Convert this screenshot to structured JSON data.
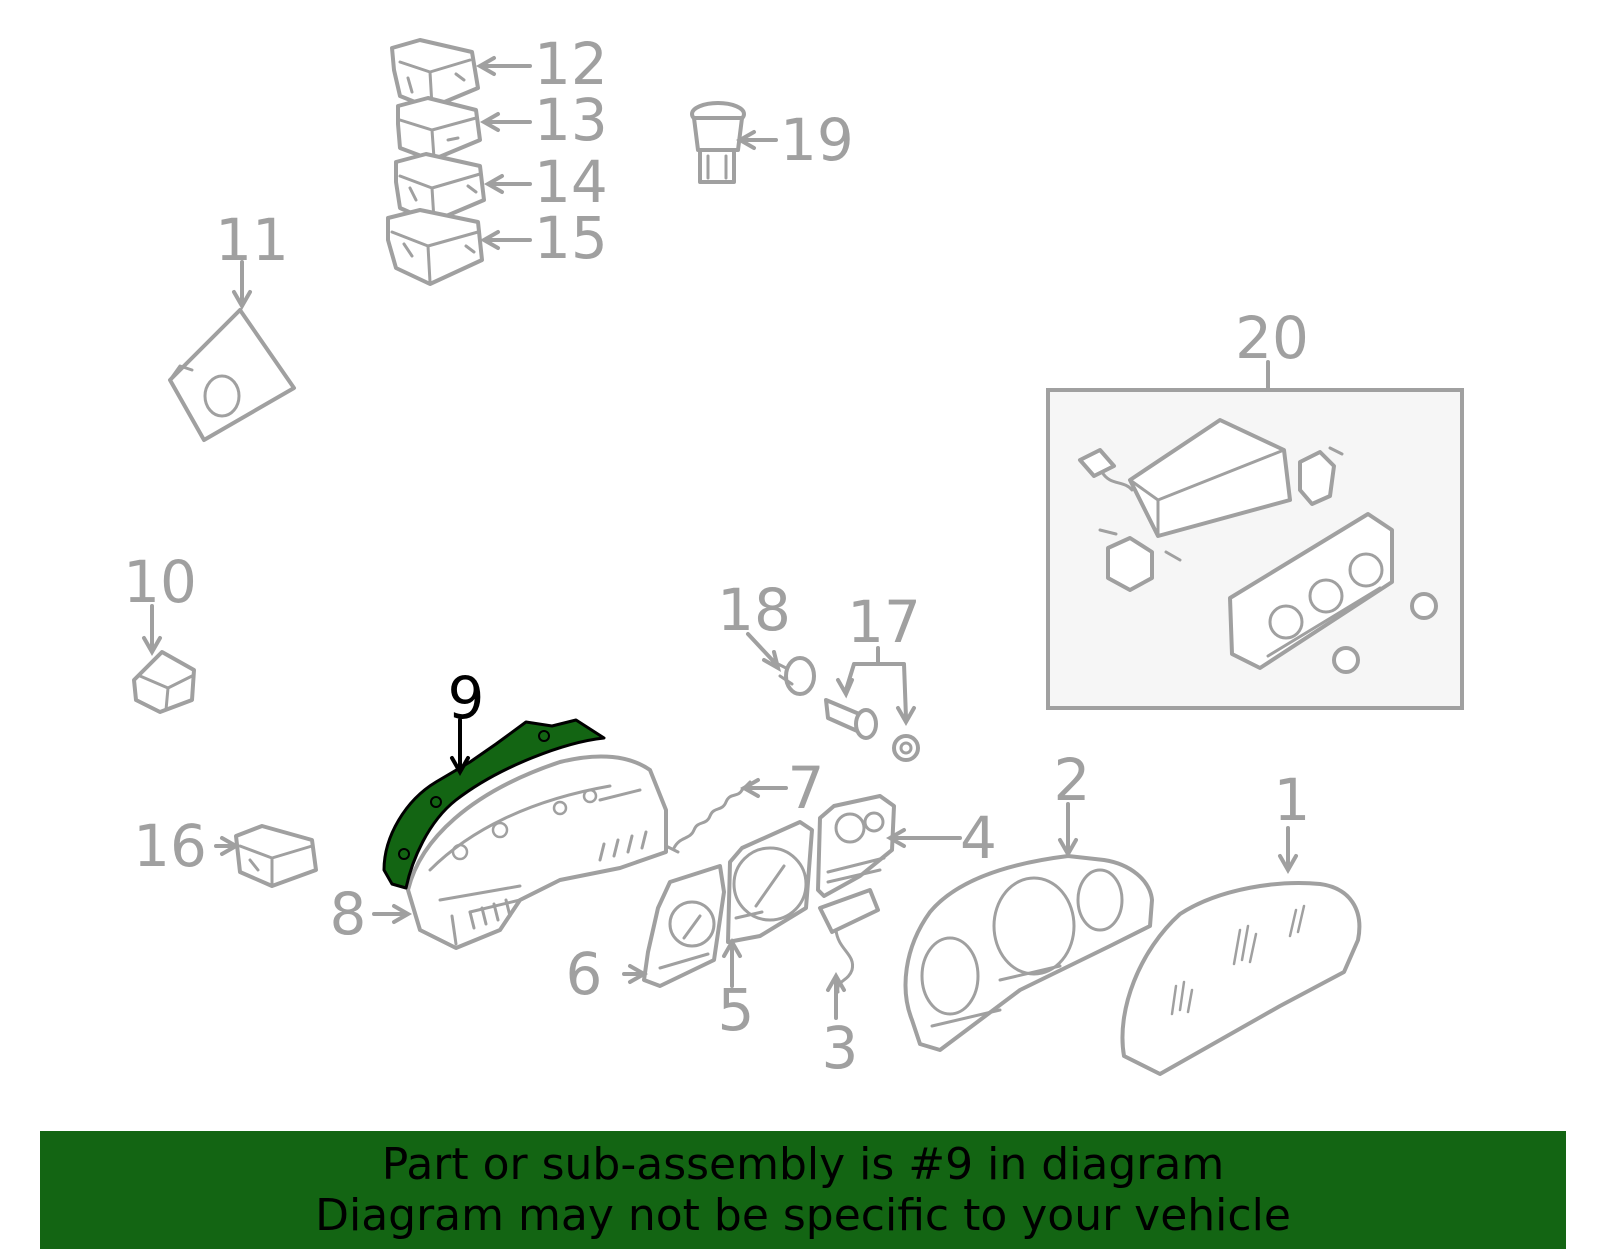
{
  "diagram": {
    "highlight_color": "#136513",
    "label_color": "#a0a0a0",
    "highlight_label_color": "#000000",
    "box_fill": "#f6f6f6",
    "callouts": [
      {
        "id": "1",
        "text": "1"
      },
      {
        "id": "2",
        "text": "2"
      },
      {
        "id": "3",
        "text": "3"
      },
      {
        "id": "4",
        "text": "4"
      },
      {
        "id": "5",
        "text": "5"
      },
      {
        "id": "6",
        "text": "6"
      },
      {
        "id": "7",
        "text": "7"
      },
      {
        "id": "8",
        "text": "8"
      },
      {
        "id": "9",
        "text": "9",
        "highlighted": true
      },
      {
        "id": "10",
        "text": "10"
      },
      {
        "id": "11",
        "text": "11"
      },
      {
        "id": "12",
        "text": "12"
      },
      {
        "id": "13",
        "text": "13"
      },
      {
        "id": "14",
        "text": "14"
      },
      {
        "id": "15",
        "text": "15"
      },
      {
        "id": "16",
        "text": "16"
      },
      {
        "id": "17",
        "text": "17"
      },
      {
        "id": "18",
        "text": "18"
      },
      {
        "id": "19",
        "text": "19"
      },
      {
        "id": "20",
        "text": "20"
      }
    ]
  },
  "banner": {
    "line1": "Part or sub-assembly is #9 in diagram",
    "line2": "Diagram may not be specific to your vehicle",
    "background": "#136513"
  }
}
